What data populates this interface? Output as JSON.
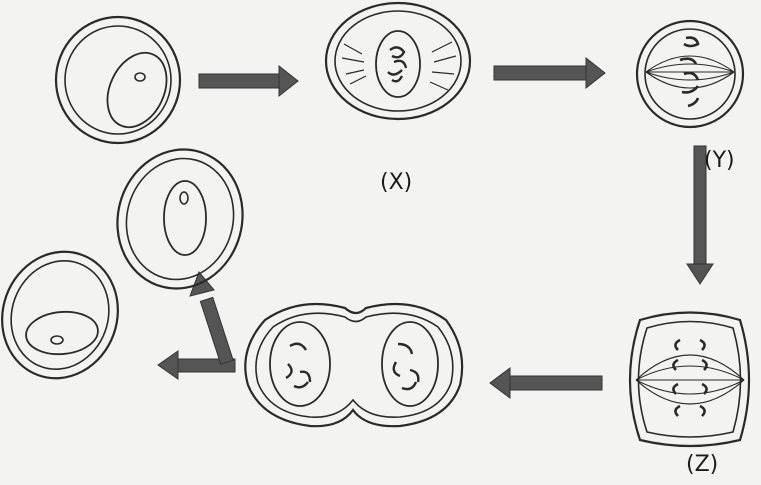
{
  "labels": {
    "x": "(X)",
    "y": "(Y)",
    "z": "(Z)"
  },
  "colors": {
    "ink": "#2a2a2a",
    "arrow": "#555555",
    "background": "#f3f3f1"
  }
}
